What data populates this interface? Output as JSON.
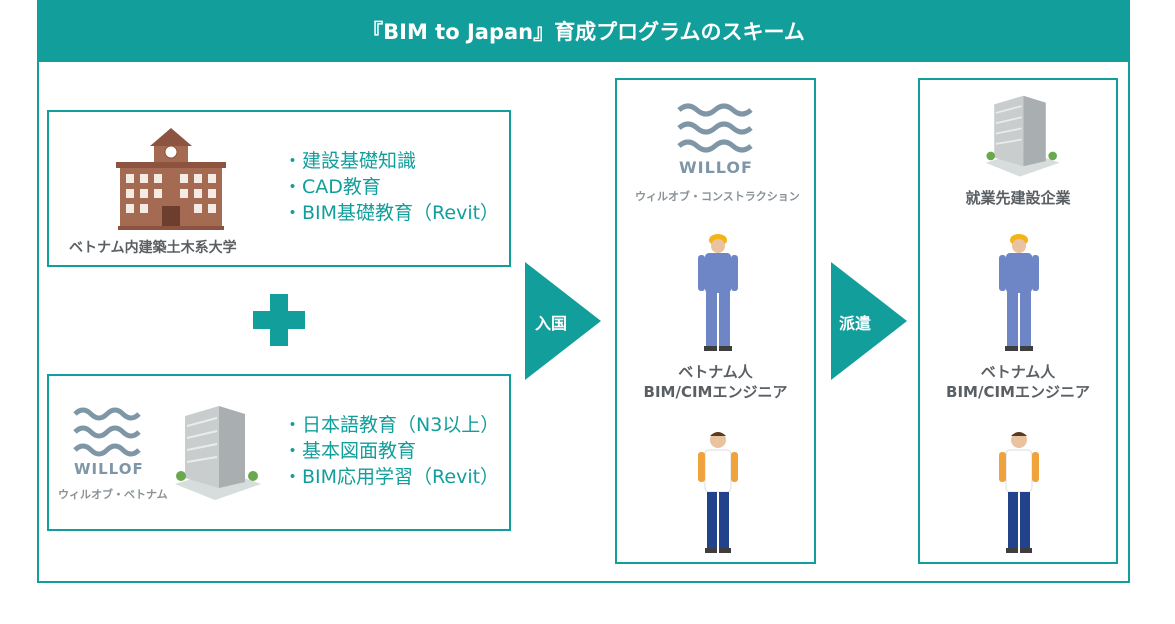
{
  "title": "『BIM to Japan』育成プログラムのスキーム",
  "university": {
    "label": "ベトナム内建築土木系大学",
    "bullets": [
      "・建設基礎知識",
      "・CAD教育",
      "・BIM基礎教育（Revit）"
    ]
  },
  "willof_vietnam": {
    "logo_text": "WILLOF",
    "label": "ウィルオブ・ベトナム",
    "bullets": [
      "・日本語教育（N3以上）",
      "・基本図面教育",
      "・BIM応用学習（Revit）"
    ]
  },
  "arrows": {
    "enter": "入国",
    "dispatch": "派遣"
  },
  "willof_construction": {
    "logo_text": "WILLOF",
    "label": "ウィルオブ・コンストラクション",
    "engineer_line1": "ベトナム人",
    "engineer_line2": "BIM/CIMエンジニア"
  },
  "employer": {
    "label": "就業先建設企業",
    "engineer_line1": "ベトナム人",
    "engineer_line2": "BIM/CIMエンジニア"
  },
  "colors": {
    "accent": "#129e9b",
    "brick": "#a56a52",
    "willof": "#7e96a6",
    "worker_blue": "#6f86c6",
    "helmet": "#f2b417"
  }
}
